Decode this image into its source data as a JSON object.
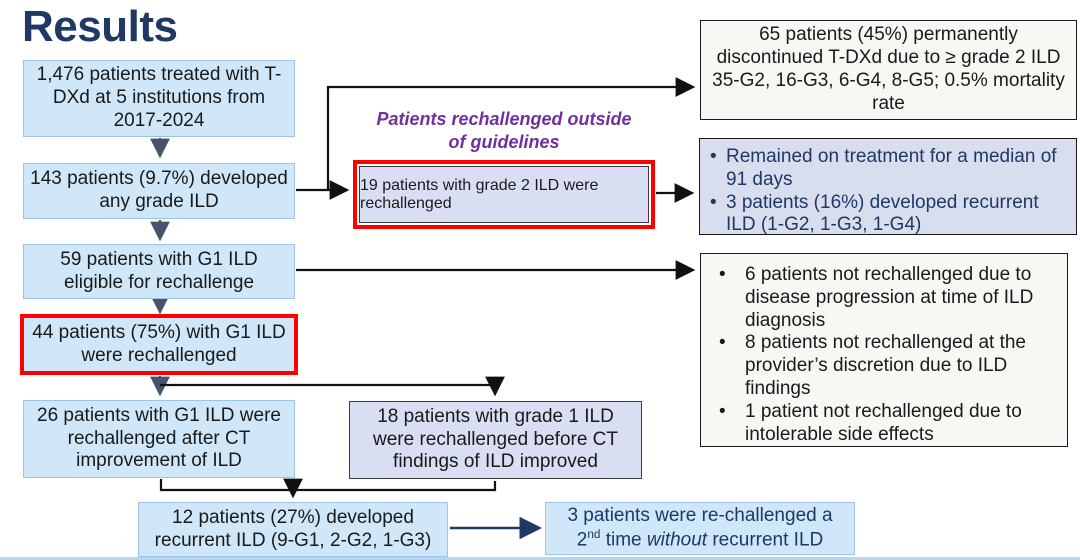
{
  "title": "Results",
  "purple_heading": {
    "line1": "Patients rechallenged outside",
    "line2": "of guidelines"
  },
  "flow": {
    "treated": "1,476 patients treated with T-DXd at 5 institutions from 2017-2024",
    "developed": "143 patients (9.7%) developed any grade ILD",
    "eligible": "59 patients with G1 ILD eligible for rechallenge",
    "rechallenged44": "44 patients (75%) with G1 ILD were rechallenged",
    "ct26": "26 patients with G1 ILD were rechallenged after CT improvement of ILD",
    "grade2_19": "19 patients with grade 2 ILD were rechallenged",
    "before18": "18 patients with grade 1 ILD were rechallenged before CT findings of ILD improved",
    "recurrent12": "12 patients (27%) developed recurrent ILD (9-G1, 2-G2, 1-G3)",
    "second3": {
      "line1": "3 patients were re-challenged a",
      "num": "2",
      "sup": "nd",
      "mid": "time",
      "italic": "without",
      "tail": "recurrent ILD"
    }
  },
  "side": {
    "discontinued": "65 patients (45%) permanently discontinued T-DXd due to ≥ grade 2 ILD 35-G2, 16-G3, 6-G4, 8-G5; 0.5% mortality rate",
    "remained_bullets": [
      "Remained on treatment for a median of 91 days",
      "3 patients (16%) developed recurrent ILD (1-G2, 1-G3, 1-G4)"
    ],
    "not_rechallenged_bullets": [
      "6 patients not rechallenged due to disease progression at time of ILD diagnosis",
      "8 patients not rechallenged at the provider’s discretion due to ILD findings",
      "1 patient not rechallenged due to intolerable side effects"
    ]
  },
  "colors": {
    "title_navy": "#1f3864",
    "purple": "#7030a0",
    "red_highlight": "#fe0000",
    "light_blue_fill": "#cfe7f8",
    "light_blue_border": "#9dc3e6",
    "lavender_fill": "#dadef2",
    "arrow_slate": "#44546a",
    "arrow_black": "#111111",
    "arrow_navy": "#1f3864"
  }
}
